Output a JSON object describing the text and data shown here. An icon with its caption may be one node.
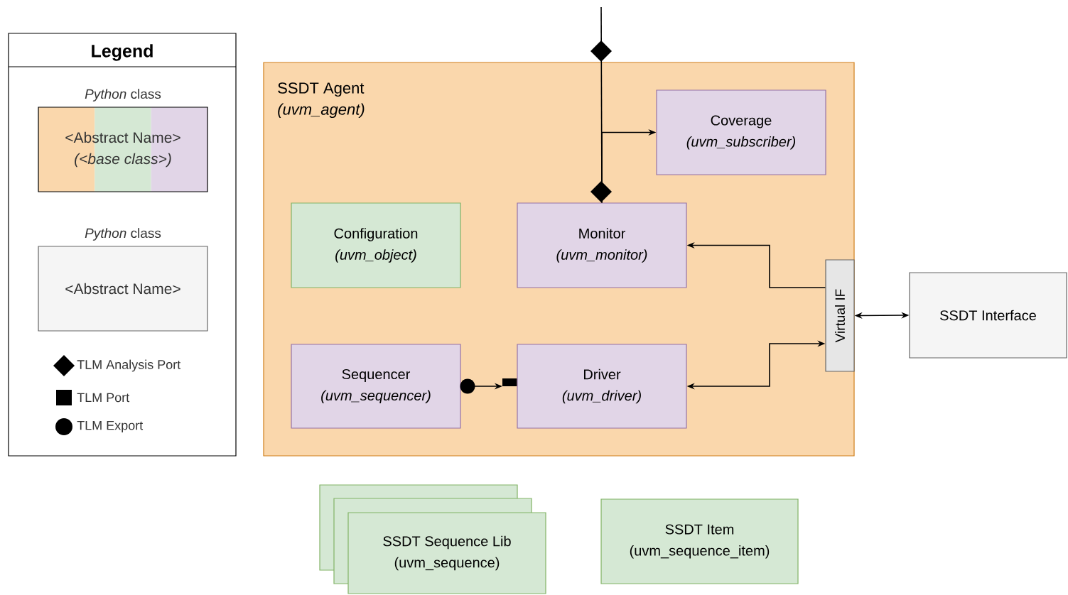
{
  "diagram": {
    "nodes": [
      {
        "text": [
          "Legend"
        ]
      },
      {
        "text": [
          "<Abstract Name>",
          "(<base class>)"
        ],
        "beside": [
          "*Python* class"
        ],
        "in": 0
      },
      {
        "text": [
          "<Abstract Name>"
        ],
        "beside": [
          "*Python* class"
        ],
        "in": 0
      },
      {
        "text": [
          "SSDT Agent",
          "(uvm_agent)"
        ]
      },
      {
        "text": [
          "Coverage",
          "(uvm_subscriber)"
        ],
        "in": 3
      },
      {
        "text": [
          "Configuration",
          "(uvm_object)"
        ],
        "in": 3
      },
      {
        "text": [
          "Monitor",
          "(uvm_monitor)"
        ],
        "in": 3
      },
      {
        "text": [
          "Sequencer",
          "(uvm_sequencer)"
        ],
        "in": 3
      },
      {
        "text": [
          "Driver",
          "(uvm_driver)"
        ],
        "in": 3
      },
      {
        "text": [
          "Virtual IF"
        ],
        "in": 3
      },
      {
        "text": [
          "SSDT Interface"
        ]
      },
      {
        "text": [
          "SSDT Sequence Lib",
          "(uvm_sequence)"
        ]
      },
      {
        "text": [
          "SSDT Item",
          "(uvm_sequence_item)"
        ]
      }
    ],
    "edges": [
      {
        "from": 6,
        "to": null,
        "arrow": "other"
      },
      {
        "from": 6,
        "to": 4,
        "arrow": "to"
      },
      {
        "from": 9,
        "to": 6,
        "arrow": "to"
      },
      {
        "from": 8,
        "to": 9,
        "arrow": "both"
      },
      {
        "from": 7,
        "to": 8,
        "arrow": "to"
      },
      {
        "from": 9,
        "to": 10,
        "arrow": "both"
      }
    ],
    "legend": [
      {
        "text": "TLM Analysis Port"
      },
      {
        "text": "TLM Port"
      },
      {
        "text": "TLM Export"
      }
    ]
  }
}
